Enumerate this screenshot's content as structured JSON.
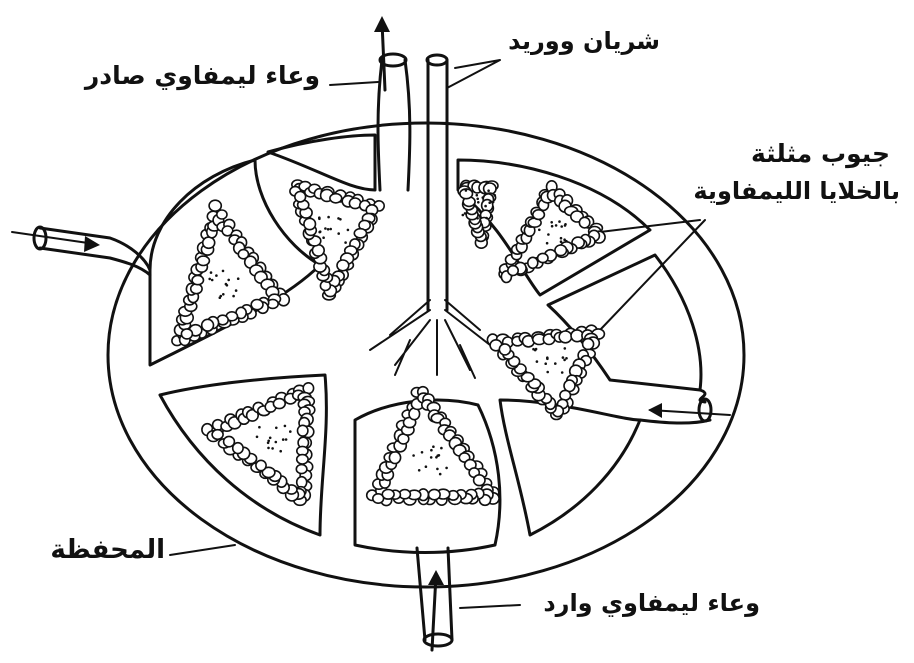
{
  "labels": {
    "efferent_vessel": "وعاء ليمفاوي صادر",
    "artery_vein": "شريان ووريد",
    "triangular_cavities_line1": "جيوب مثلثة",
    "triangular_cavities_line2": "بالخلايا الليمفاوية",
    "capsule": "المحفظة",
    "afferent_vessel": "وعاء ليمفاوي وارد"
  },
  "colors": {
    "ink": "#111111",
    "paper": "#ffffff"
  }
}
